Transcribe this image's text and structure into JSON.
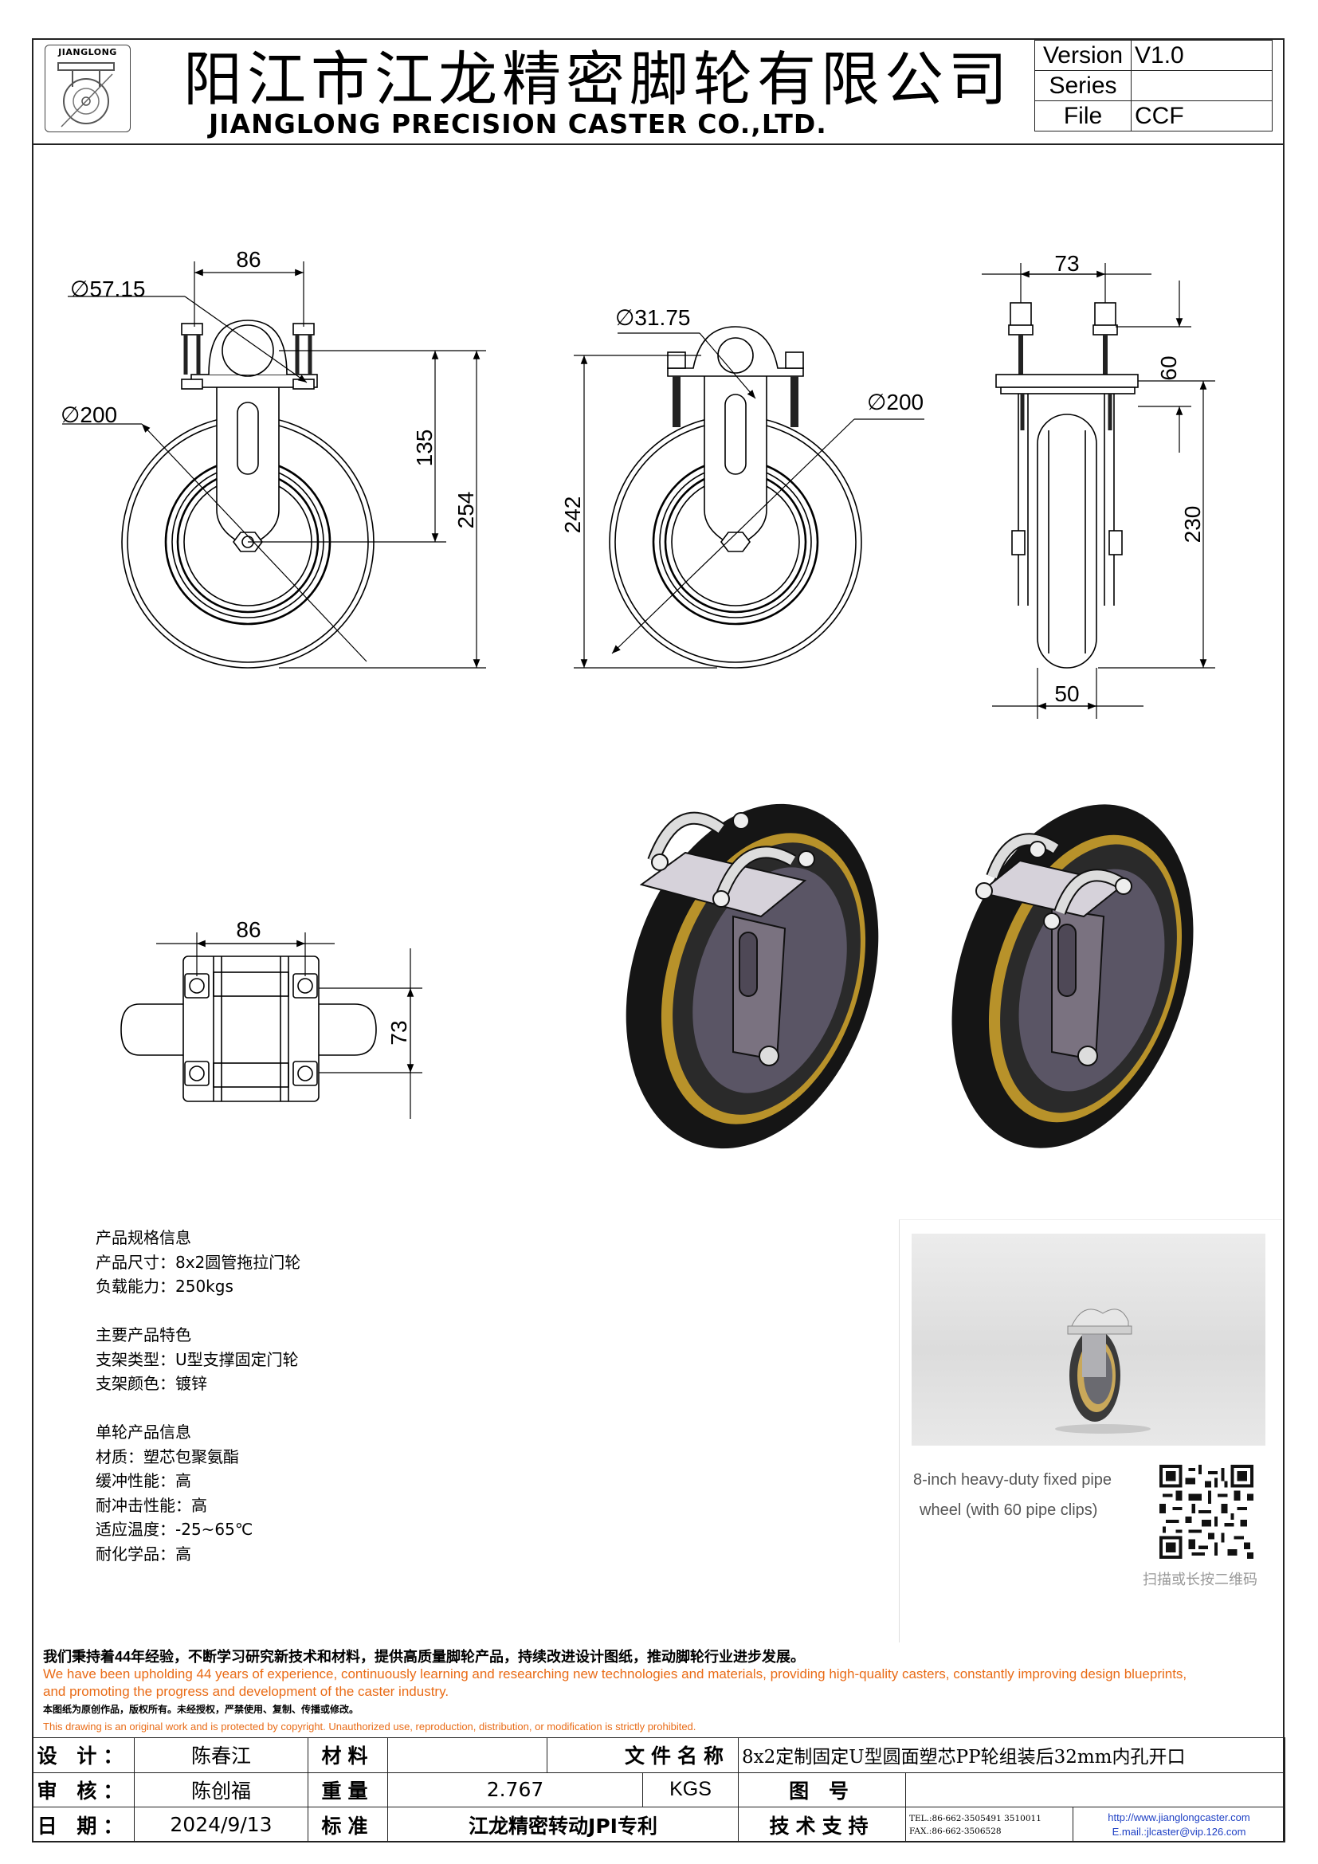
{
  "header": {
    "logo_text": "JIANGLONG",
    "company_cn": "阳江市江龙精密脚轮有限公司",
    "company_en": "JIANGLONG PRECISION CASTER CO.,LTD.",
    "version_label": "Version",
    "version_value": "V1.0",
    "series_label": "Series",
    "series_value": "",
    "file_label": "File",
    "file_value": "CCF"
  },
  "dimensions": {
    "front_width": "86",
    "front_pipe_dia": "∅57.15",
    "front_wheel_dia": "∅200",
    "front_h1": "135",
    "front_h2": "254",
    "mid_pipe_dia": "∅31.75",
    "mid_wheel_dia": "∅200",
    "mid_height": "242",
    "side_width": "73",
    "side_clip": "60",
    "side_height": "230",
    "side_wheel_width": "50",
    "top_width": "86",
    "top_depth": "73"
  },
  "specs": {
    "section1_title": "产品规格信息",
    "size": "产品尺寸：8x2圆管拖拉门轮",
    "load": "负载能力：250kgs",
    "section2_title": "主要产品特色",
    "bracket_type": "支架类型：U型支撑固定门轮",
    "bracket_color": "支架颜色：镀锌",
    "section3_title": "单轮产品信息",
    "material": "材质：塑芯包聚氨酯",
    "cushion": "缓冲性能：高",
    "impact": "耐冲击性能：高",
    "temperature": "适应温度：-25~65℃",
    "chemical": "耐化学品：高"
  },
  "photo": {
    "caption_line1": "8-inch heavy-duty fixed pipe",
    "caption_line2": "wheel (with 60 pipe clips)",
    "qr_caption": "扫描或长按二维码"
  },
  "statement": {
    "cn": "我们秉持着44年经验，不断学习研究新技术和材料，提供高质量脚轮产品，持续改进设计图纸，推动脚轮行业进步发展。",
    "en1": "We have been upholding 44 years of experience, continuously learning and researching new technologies and materials, providing high-quality casters, constantly improving design blueprints,",
    "en2": "and promoting the progress and development of the caster industry.",
    "copyright_cn": "本图纸为原创作品，版权所有。未经授权，严禁使用、复制、传播或修改。",
    "copyright_en": "This drawing is an original work and is protected by copyright. Unauthorized use, reproduction, distribution, or modification is strictly prohibited."
  },
  "title_block": {
    "design_label": "设 计：",
    "designer": "陈春江",
    "material_label": "材料",
    "material_value": "",
    "filename_label": "文件名称",
    "filename_value": "8x2定制固定U型圆面塑芯PP轮组装后32mm内孔开口",
    "review_label": "审 核：",
    "reviewer": "陈创福",
    "weight_label": "重量",
    "weight_value": "2.767",
    "weight_unit": "KGS",
    "drawing_no_label": "图  号",
    "drawing_no_value": "",
    "date_label": "日 期：",
    "date_value": "2024/9/13",
    "standard_label": "标准",
    "standard_value": "江龙精密转动JPI专利",
    "support_label": "技术支持",
    "tel": "TEL.:86-662-3505491  3510011",
    "fax": "FAX.:86-662-3506528",
    "web": "http://www.jianglongcaster.com",
    "email": "E.mail.:jlcaster@vip.126.com"
  }
}
